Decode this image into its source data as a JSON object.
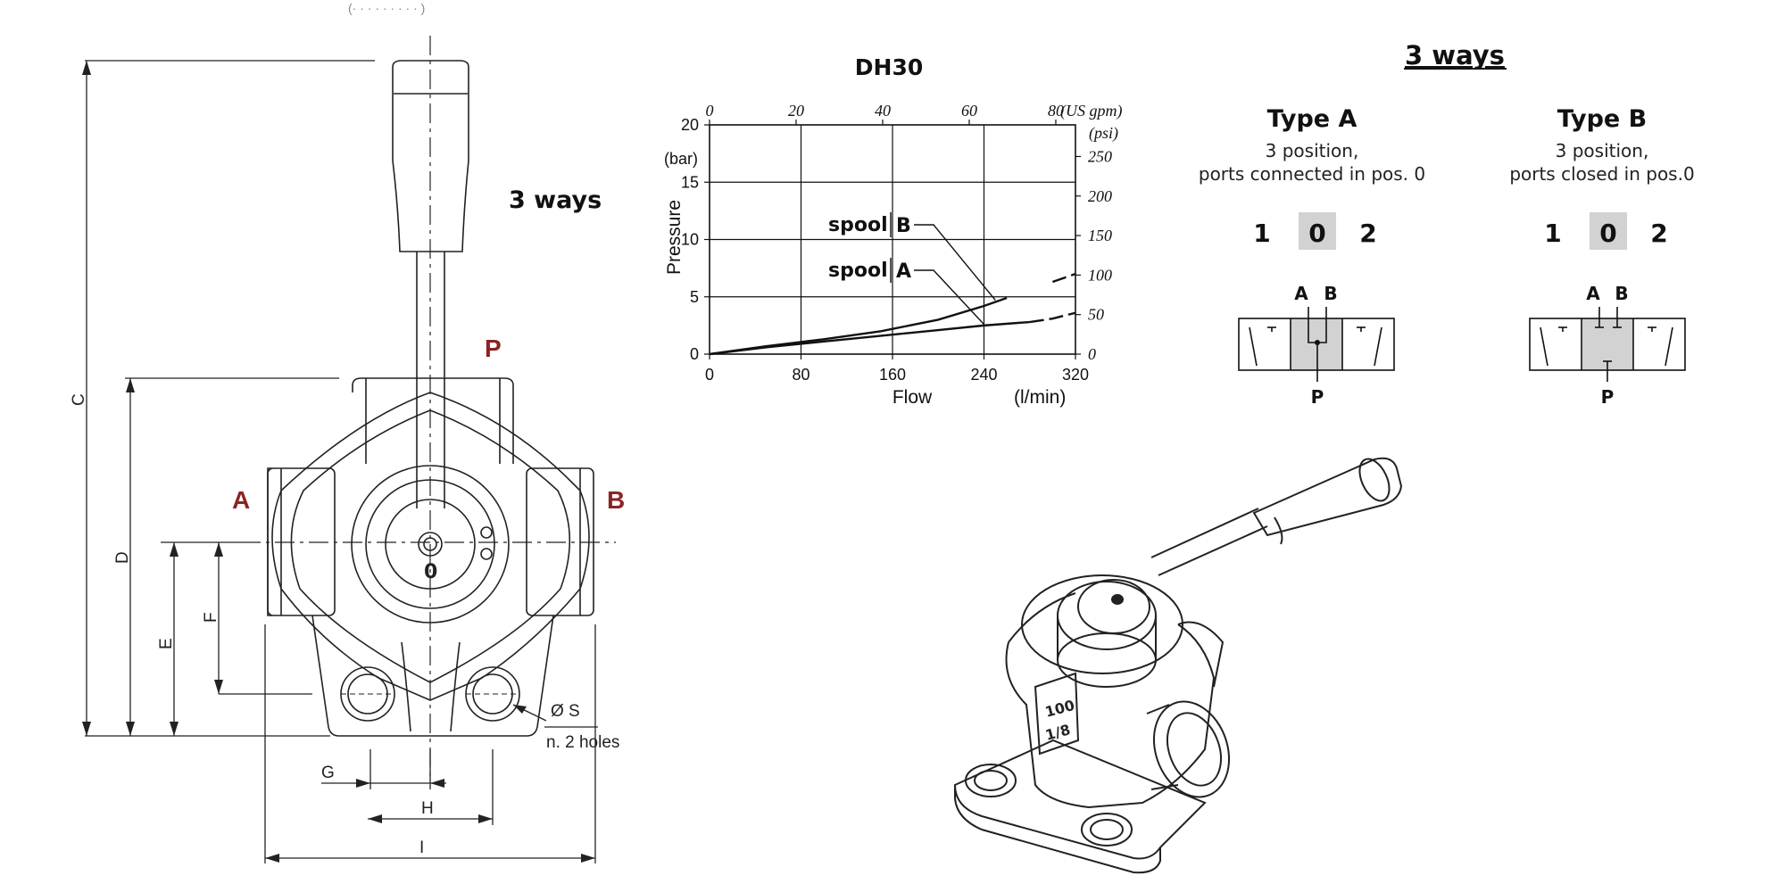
{
  "drawing": {
    "ways_label": "3 ways",
    "ports": {
      "p": "P",
      "a": "A",
      "b": "B",
      "zero": "0"
    },
    "dims": {
      "c": "C",
      "d": "D",
      "e": "E",
      "f": "F",
      "g": "G",
      "h": "H",
      "i": "I"
    },
    "hole_dia": "Ø S",
    "hole_count": "n. 2 holes"
  },
  "chart_data": {
    "type": "line",
    "title": "DH30",
    "xlabel": "Flow",
    "xunit": "(l/min)",
    "ylabel": "Pressure",
    "yunit": "(bar)",
    "xlim": [
      0,
      320
    ],
    "ylim": [
      0,
      20
    ],
    "xticks": [
      "0",
      "80",
      "160",
      "240",
      "320"
    ],
    "yticks": [
      "0",
      "5",
      "10",
      "15",
      "20"
    ],
    "top_axis": {
      "unit": "(US gpm)",
      "ticks": [
        "0",
        "20",
        "40",
        "60",
        "80"
      ]
    },
    "right_axis": {
      "unit": "(psi)",
      "ticks": [
        "0",
        "50",
        "100",
        "150",
        "200",
        "250"
      ]
    },
    "grid": true,
    "series": [
      {
        "name": "spool B",
        "label_prefix": "spool",
        "label_letter": "B",
        "x": [
          0,
          50,
          100,
          150,
          200,
          240,
          260,
          300,
          320
        ],
        "y": [
          0,
          0.7,
          1.3,
          2.0,
          3.0,
          4.2,
          4.9,
          6.3,
          7.0
        ]
      },
      {
        "name": "spool A",
        "label_prefix": "spool",
        "label_letter": "A",
        "x": [
          0,
          50,
          100,
          150,
          200,
          240,
          280,
          300,
          320
        ],
        "y": [
          0,
          0.6,
          1.1,
          1.6,
          2.1,
          2.5,
          2.8,
          3.1,
          3.6
        ]
      }
    ]
  },
  "schematic": {
    "title": "3 ways",
    "type_a": {
      "title": "Type A",
      "line1": "3 position,",
      "line2": "ports connected in pos. 0"
    },
    "type_b": {
      "title": "Type B",
      "line1": "3 position,",
      "line2": "ports closed in pos.0"
    },
    "positions": [
      "1",
      "0",
      "2"
    ],
    "port_a": "A",
    "port_b": "B",
    "port_p": "P",
    "center_fill": "#d2d2d2"
  }
}
